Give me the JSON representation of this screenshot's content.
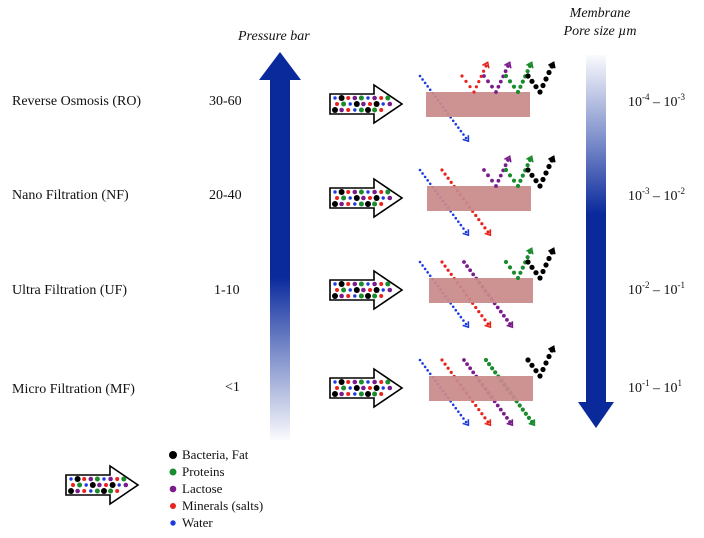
{
  "headers": {
    "pressure": "Pressure bar",
    "membrane_line1": "Membrane",
    "membrane_line2": "Pore size µm"
  },
  "colors": {
    "arrow_blue": "#0a2a9c",
    "membrane": "#c98a8a",
    "bacteria": "#000000",
    "proteins": "#1a8c2e",
    "lactose": "#7b1c8c",
    "minerals": "#e8231e",
    "water": "#1c3ae0"
  },
  "processes": [
    {
      "name": "Reverse Osmosis (RO)",
      "pressure": "30-60",
      "pore_a_base": "10",
      "pore_a_exp": "-4",
      "pore_sep": " – ",
      "pore_b_base": "10",
      "pore_b_exp": "-3",
      "passes": [
        "water"
      ],
      "retained": [
        "minerals",
        "lactose",
        "proteins",
        "bacteria"
      ]
    },
    {
      "name": "Nano Filtration (NF)",
      "pressure": "20-40",
      "pore_a_base": "10",
      "pore_a_exp": "-3",
      "pore_sep": " – ",
      "pore_b_base": "10",
      "pore_b_exp": "-2",
      "passes": [
        "water",
        "minerals"
      ],
      "retained": [
        "lactose",
        "proteins",
        "bacteria"
      ]
    },
    {
      "name": "Ultra Filtration (UF)",
      "pressure": "1-10",
      "pore_a_base": "10",
      "pore_a_exp": "-2",
      "pore_sep": " – ",
      "pore_b_base": "10",
      "pore_b_exp": "-1",
      "passes": [
        "water",
        "minerals",
        "lactose"
      ],
      "retained": [
        "proteins",
        "bacteria"
      ]
    },
    {
      "name": "Micro Filtration (MF)",
      "pressure": "<1",
      "pore_a_base": "10",
      "pore_a_exp": "-1",
      "pore_sep": " – ",
      "pore_b_base": "10",
      "pore_b_exp": "1",
      "passes": [
        "water",
        "minerals",
        "lactose",
        "proteins"
      ],
      "retained": [
        "bacteria"
      ]
    }
  ],
  "legend": [
    {
      "key": "bacteria",
      "label": "Bacteria, Fat"
    },
    {
      "key": "proteins",
      "label": "Proteins"
    },
    {
      "key": "lactose",
      "label": "Lactose"
    },
    {
      "key": "minerals",
      "label": "Minerals (salts)"
    },
    {
      "key": "water",
      "label": "Water"
    }
  ]
}
